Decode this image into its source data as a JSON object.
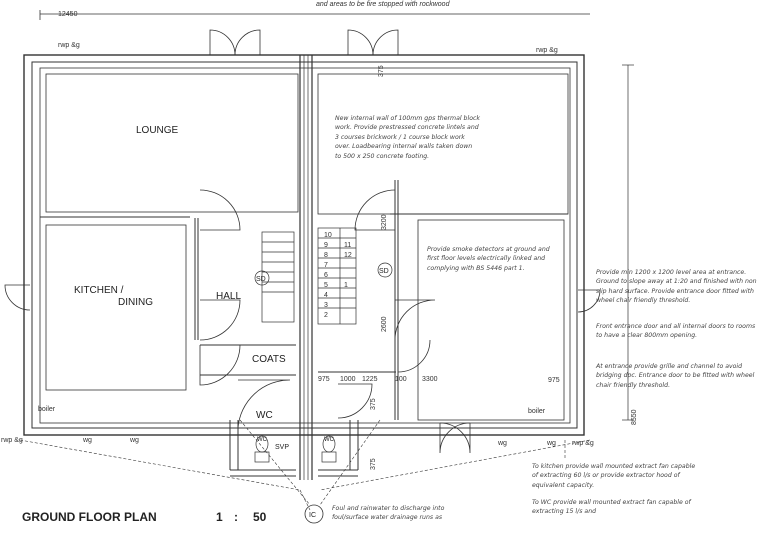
{
  "header": {
    "top_note": "and areas to be fire stopped with rockwood",
    "overall_dim": "12450"
  },
  "rooms": {
    "lounge": "LOUNGE",
    "kitchen_line1": "KITCHEN /",
    "kitchen_line2": "DINING",
    "hall": "HALL",
    "coats": "COATS",
    "wc": "WC",
    "wc_left": "WC",
    "wc_right": "WC",
    "svp": "SVP",
    "ic": "IC",
    "sd_left": "SD",
    "sd_right": "SD"
  },
  "labels": {
    "rwp_tl": "rwp &g",
    "rwp_tr": "rwp &g",
    "rwp_bl": "rwp &g",
    "rwp_br": "rwp &g",
    "wg_left": "wg",
    "wg_mid": "wg",
    "wg_r1": "wg",
    "wg_r2": "wg",
    "boiler_left": "boiler",
    "boiler_right": "boiler"
  },
  "dimensions": {
    "d375_top": "375",
    "d3200": "3200",
    "d2600": "2600",
    "d975a": "975",
    "d1000": "1000",
    "d1225": "1225",
    "d3300": "3300",
    "d975b": "975",
    "d8550": "8550",
    "d100": "100",
    "d375_bot": "375",
    "d375_side": "375"
  },
  "stairs": [
    "1",
    "2",
    "3",
    "4",
    "5",
    "6",
    "7",
    "8",
    "9",
    "10",
    "11",
    "12"
  ],
  "notes": {
    "wall": "New internal wall of 100mm gps thermal block work. Provide prestressed concrete lintels and 3 courses brickwork / 1 course block work over. Loadbearing internal walls taken down to 500 x 250 concrete footing.",
    "smoke": "Provide smoke detectors at ground and first floor levels electrically linked and complying with BS 5446 part 1.",
    "entrance": "Provide min 1200 x 1200 level area at entrance. Ground to slope away at 1:20 and finished with non slip hard surface. Provide entrance door fitted with wheel chair friendly threshold.",
    "doors": "Front entrance door and all internal doors to rooms to have a clear 800mm opening.",
    "grille": "At entrance provide grille and channel to avoid bridging dpc. Entrance door to be fitted with wheel chair friendly threshold.",
    "kitchen_fan": "To kitchen provide wall mounted extract fan capable of extracting 60 l/s or provide extractor hood of equivalent capacity.",
    "wc_fan": "To WC provide wall mounted extract fan capable of extracting 15 l/s and",
    "rainwater": "Foul and rainwater to discharge into foul/surface water drainage runs as"
  },
  "title": {
    "plan": "GROUND FLOOR PLAN",
    "scale_a": "1",
    "scale_sep": ":",
    "scale_b": "50"
  }
}
